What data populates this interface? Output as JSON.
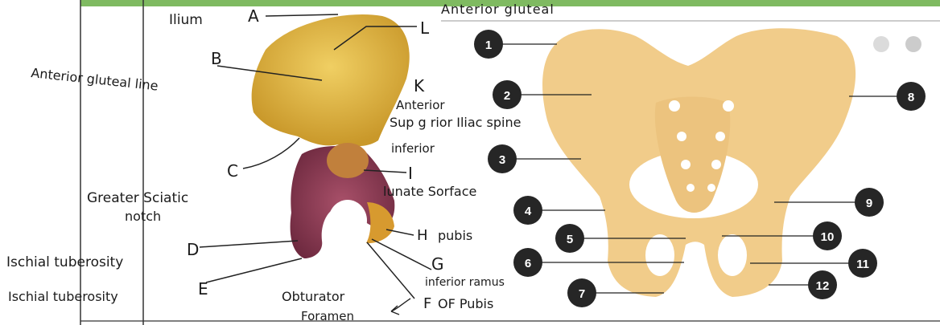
{
  "hip_labels": [
    {
      "id": "A",
      "text": "A"
    },
    {
      "id": "B",
      "text": "B"
    },
    {
      "id": "C",
      "text": "C"
    },
    {
      "id": "D",
      "text": "D"
    },
    {
      "id": "E",
      "text": "E"
    },
    {
      "id": "F",
      "text": "F"
    },
    {
      "id": "G",
      "text": "G"
    },
    {
      "id": "H",
      "text": "H"
    },
    {
      "id": "I",
      "text": "I"
    },
    {
      "id": "K",
      "text": "K"
    },
    {
      "id": "L",
      "text": "L"
    }
  ],
  "handwriting": {
    "ilium": "Ilium",
    "anterior_gluteal_top": "Anterior gluteal",
    "anterior_gluteal_line": "Anterior gluteal line",
    "anterior": "Anterior",
    "sup_iliac_spine": "Sup g rior Iliac spine",
    "inferior": "inferior",
    "lunate": "lunate Sorface",
    "greater_sciatic_1": "Greater Sciatic",
    "greater_sciatic_2": "notch",
    "pubis": "pubis",
    "ischial_tuberosity_1": "Ischial tuberosity",
    "ischial_tuberosity_2": "Ischial tuberosity",
    "inferior_ramus": "inferior ramus",
    "of_pubis": "OF Pubis",
    "obturator": "Obturator",
    "foramen": "Foramen"
  },
  "pelvis_markers": [
    "1",
    "2",
    "3",
    "4",
    "5",
    "6",
    "7",
    "8",
    "9",
    "10",
    "11",
    "12"
  ],
  "colors": {
    "ilium": "#e3bb45",
    "ischium": "#8d3a55",
    "pelvis_bone": "#f1cc8a",
    "marker": "#262626",
    "green_bar": "#7fba61"
  }
}
